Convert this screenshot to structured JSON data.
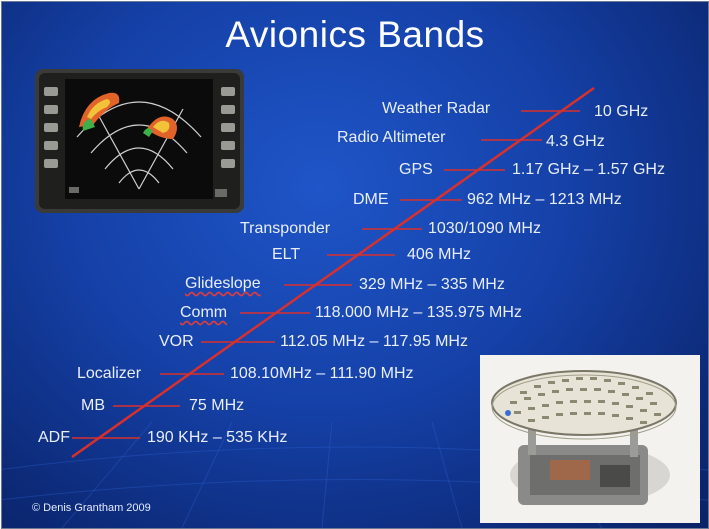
{
  "title": "Avionics Bands",
  "bands": [
    {
      "name": "Weather Radar",
      "freq": "10 GHz"
    },
    {
      "name": "Radio Altimeter",
      "freq": "4.3 GHz"
    },
    {
      "name": "GPS",
      "freq": "1.17 GHz – 1.57 GHz"
    },
    {
      "name": "DME",
      "freq": "962 MHz – 1213 MHz"
    },
    {
      "name": "Transponder",
      "freq": "1030/1090 MHz"
    },
    {
      "name": "ELT",
      "freq": "406 MHz"
    },
    {
      "name": "Glideslope",
      "freq": "329 MHz – 335 MHz"
    },
    {
      "name": "Comm",
      "freq": "118.000 MHz – 135.975 MHz"
    },
    {
      "name": "VOR",
      "freq": "112.05 MHz – 117.95 MHz"
    },
    {
      "name": "Localizer",
      "freq": "108.10MHz – 111.90 MHz"
    },
    {
      "name": "MB",
      "freq": "75 MHz"
    },
    {
      "name": "ADF",
      "freq": "190 KHz – 535 KHz"
    }
  ],
  "copyright": "© Denis Grantham 2009",
  "colors": {
    "background": "#1541a8",
    "line": "#d9302c",
    "text": "#e9eefb"
  }
}
